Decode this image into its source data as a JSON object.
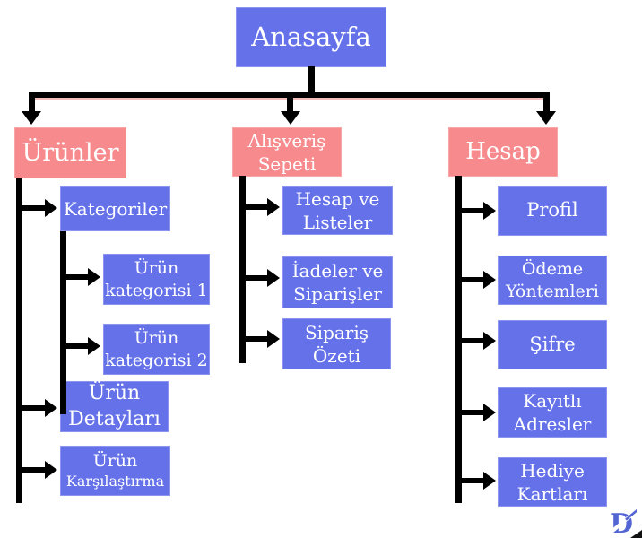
{
  "colors": {
    "node_blue": "#6571e9",
    "node_pink": "#f68a8d",
    "connector_black": "#000000",
    "connector_pink_shadow": "#f5bcbe",
    "text_white": "#ffffff",
    "logo_blue": "#5365d3"
  },
  "sitemap": {
    "home": "Anasayfa",
    "products": {
      "label": "Ürünler",
      "categories": "Kategoriler",
      "category1": "Ürün\nkategorisi 1",
      "category2": "Ürün\nkategorisi 2",
      "details": "Ürün\nDetayları",
      "compare_line1": "Ürün",
      "compare_line2": "Karşılaştırma"
    },
    "cart": {
      "label": "Alışveriş\nSepeti",
      "account_lists": "Hesap ve\nListeler",
      "returns_orders": "İadeler ve\nSiparişler",
      "order_summary": "Sipariş\nÖzeti"
    },
    "account": {
      "label": "Hesap",
      "profile": "Profil",
      "payment_methods": "Ödeme\nYöntemleri",
      "password": "Şifre",
      "saved_addresses": "Kayıtlı\nAdresler",
      "gift_cards": "Hediye\nKartları"
    }
  },
  "logo": {
    "glyph": "D"
  }
}
